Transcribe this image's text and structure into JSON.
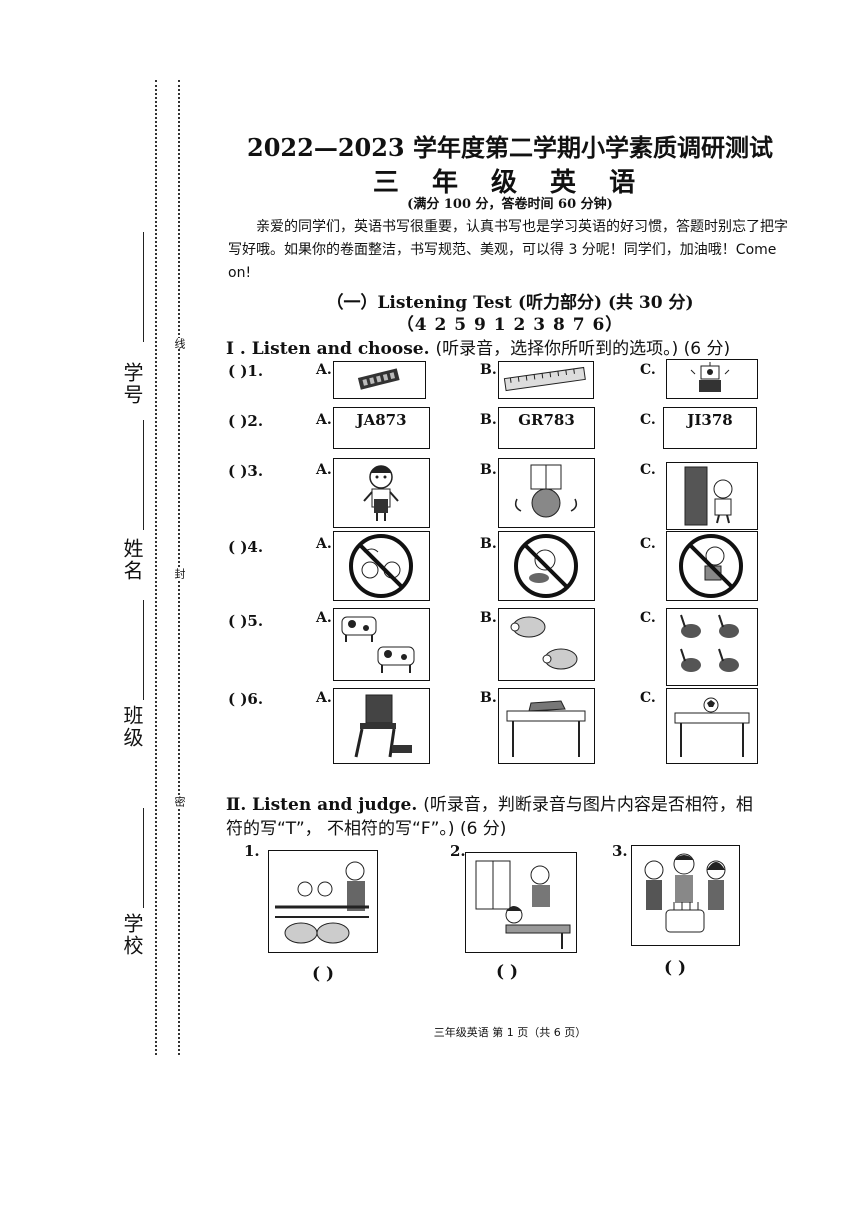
{
  "margin": {
    "labels": [
      "学号",
      "姓名",
      "班级",
      "学校"
    ],
    "cut_marks": [
      "线",
      "封",
      "密"
    ]
  },
  "header": {
    "title": "2022—2023 学年度第二学期小学素质调研测试",
    "subtitle": "三 年 级 英 语",
    "info": "(满分 100 分，答卷时间 60 分钟)",
    "intro": "亲爱的同学们，英语书写很重要，认真书写也是学习英语的好习惯，答题时别忘了把字写好哦。如果你的卷面整洁，书写规范、美观，可以得 3 分呢！同学们，加油哦！Come on!"
  },
  "section1": {
    "title": "（一）Listening Test (听力部分) (共 30 分)",
    "code": "（4 2 5 9 1 2 3 8 7 6）"
  },
  "part1": {
    "heading_en": "I . Listen and choose.",
    "heading_cn": "(听录音，选择你所听到的选项。) (6 分)",
    "questions": [
      {
        "num": "(     )1.",
        "options": [
          {
            "letter": "A."
          },
          {
            "letter": "B."
          },
          {
            "letter": "C."
          }
        ]
      },
      {
        "num": "(     )2.",
        "options": [
          {
            "letter": "A.",
            "text": "JA873"
          },
          {
            "letter": "B.",
            "text": "GR783"
          },
          {
            "letter": "C.",
            "text": "JI378"
          }
        ]
      },
      {
        "num": "(     )3.",
        "options": [
          {
            "letter": "A."
          },
          {
            "letter": "B."
          },
          {
            "letter": "C."
          }
        ]
      },
      {
        "num": "(     )4.",
        "options": [
          {
            "letter": "A."
          },
          {
            "letter": "B."
          },
          {
            "letter": "C."
          }
        ]
      },
      {
        "num": "(     )5.",
        "options": [
          {
            "letter": "A."
          },
          {
            "letter": "B."
          },
          {
            "letter": "C."
          }
        ]
      },
      {
        "num": "(     )6.",
        "options": [
          {
            "letter": "A."
          },
          {
            "letter": "B."
          },
          {
            "letter": "C."
          }
        ]
      }
    ]
  },
  "part2": {
    "heading_en": "Ⅱ. Listen and judge.",
    "heading_cn_1": "(听录音，判断录音与图片内容是否相符，相",
    "heading_cn_2": "符的写“T”，  不相符的写“F”。) (6 分)",
    "items": [
      {
        "num": "1.",
        "answer": "(     )"
      },
      {
        "num": "2.",
        "answer": "(     )"
      },
      {
        "num": "3.",
        "answer": "(     )"
      }
    ]
  },
  "footer": "三年级英语   第 1 页（共 6 页）"
}
